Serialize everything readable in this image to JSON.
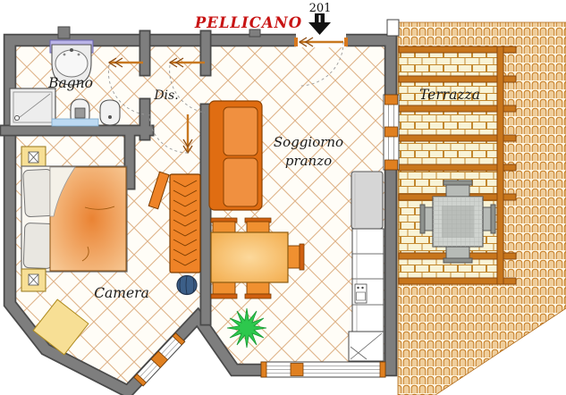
{
  "plan": {
    "building_label": "PELLICANO",
    "unit_number": "201",
    "rooms": {
      "bagno": "Bagno",
      "dis": "Dis.",
      "camera": "Camera",
      "soggiorno_line1": "Soggiorno",
      "soggiorno_line2": "pranzo",
      "terrazza": "Terrazza"
    },
    "colors": {
      "title": "#c81414",
      "room_label": "#1a1a1a",
      "wall": "#7e7e7e",
      "wall_edge": "#4a4a4a",
      "furniture_orange": "#ef8327",
      "table_orange": "#f6bb68",
      "terrace_beam": "#c8761c",
      "plant_green": "#2dc84d",
      "pouf_blue": "#3c5f88",
      "accent_yellow": "#f7df95",
      "window_orange": "#d8781c",
      "radiator_blue": "#bcd9f2",
      "sink_shelf_purple": "#bab4e8"
    }
  }
}
